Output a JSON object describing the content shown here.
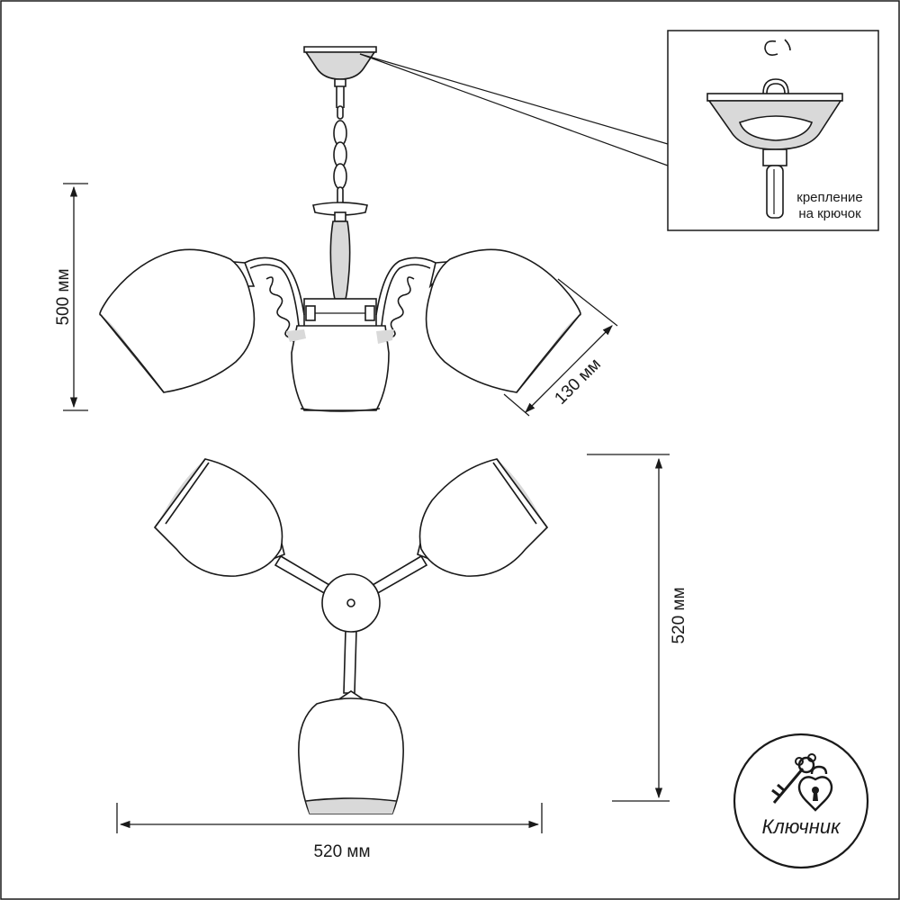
{
  "dimensions": {
    "height_label": "500 мм",
    "shade_label": "130 мм",
    "depth_label": "520 мм",
    "width_label": "520 мм"
  },
  "inset": {
    "caption_line1": "крепление",
    "caption_line2": "на крючок"
  },
  "logo": {
    "text": "Ключник"
  },
  "colors": {
    "line": "#1a1a1a",
    "shade_fill": "#d9d9d9",
    "background": "#ffffff"
  }
}
